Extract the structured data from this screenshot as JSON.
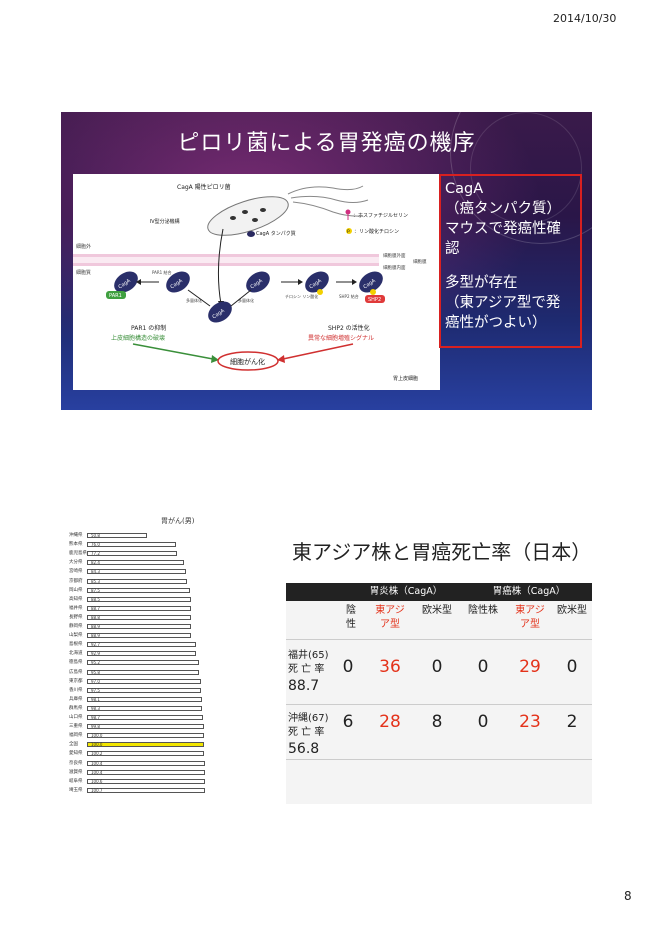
{
  "page": {
    "date": "2014/10/30",
    "page_number": "8"
  },
  "slide1": {
    "title": "ピロリ菌による胃発癌の機序",
    "diagram": {
      "bacterium_label": "CagA 陽性ピロリ菌",
      "secretion_label": "Ⅳ型分泌機構",
      "cagA_protein_label": "CagA タンパク質",
      "legend_ps": "：ホスファチジルセリン",
      "legend_p": "：リン酸化チロシン",
      "legend_p_symbol": "P",
      "extracellular": "細胞外",
      "membrane_outer": "細胞膜外面",
      "membrane_inner": "細胞膜内面",
      "membrane": "細胞膜",
      "cytoplasm": "細胞質",
      "cagA": "CagA",
      "par1": "PAR1",
      "shp2": "SHP2",
      "par1_bind": "PAR1\n結合",
      "multimer": "多量体化",
      "tyrosine": "チロシン\nリン酸化",
      "shp2_bind": "SHP2\n結合",
      "par1_inhibit": "PAR1 の抑制",
      "par1_result": "上皮細胞構造の破壊",
      "shp2_activate": "SHP2 の活性化",
      "shp2_result": "異常な細胞増殖シグナル",
      "cancer": "細胞がん化",
      "cell_type": "胃上皮細胞"
    },
    "box": {
      "line1": "CagA",
      "line2": "（癌タンパク質）",
      "line3": "マウスで発癌性確",
      "line4": "認",
      "line5": "多型が存在",
      "line6": "（東アジア型で発",
      "line7": "癌性がつよい）"
    }
  },
  "slide2": {
    "chart": {
      "title": "胃がん(男)",
      "rows": [
        {
          "label": "沖縄県",
          "value": "50.8",
          "v": 50.8
        },
        {
          "label": "熊本県",
          "value": "76.0",
          "v": 76.0
        },
        {
          "label": "鹿児島県",
          "value": "77.2",
          "v": 77.2
        },
        {
          "label": "大分県",
          "value": "82.4",
          "v": 82.4
        },
        {
          "label": "宮崎県",
          "value": "84.3",
          "v": 84.3
        },
        {
          "label": "京都府",
          "value": "85.3",
          "v": 85.3
        },
        {
          "label": "岡山県",
          "value": "87.5",
          "v": 87.5
        },
        {
          "label": "高知県",
          "value": "88.5",
          "v": 88.5
        },
        {
          "label": "福井県",
          "value": "88.7",
          "v": 88.7
        },
        {
          "label": "長野県",
          "value": "88.8",
          "v": 88.8
        },
        {
          "label": "静岡県",
          "value": "88.9",
          "v": 88.9
        },
        {
          "label": "山梨県",
          "value": "88.9",
          "v": 88.9
        },
        {
          "label": "島根県",
          "value": "92.7",
          "v": 92.7
        },
        {
          "label": "北海道",
          "value": "92.9",
          "v": 92.9
        },
        {
          "label": "徳島県",
          "value": "95.2",
          "v": 95.2
        },
        {
          "label": "広島県",
          "value": "95.8",
          "v": 95.8
        },
        {
          "label": "東京都",
          "value": "97.0",
          "v": 97.0
        },
        {
          "label": "香川県",
          "value": "97.5",
          "v": 97.5
        },
        {
          "label": "兵庫県",
          "value": "98.1",
          "v": 98.1
        },
        {
          "label": "群馬県",
          "value": "98.3",
          "v": 98.3
        },
        {
          "label": "山口県",
          "value": "98.7",
          "v": 98.7
        },
        {
          "label": "三重県",
          "value": "99.8",
          "v": 99.8
        },
        {
          "label": "福岡県",
          "value": "100.0",
          "v": 100.0
        },
        {
          "label": "全国",
          "value": "100.0",
          "v": 100.0,
          "highlight": true
        },
        {
          "label": "愛知県",
          "value": "100.2",
          "v": 100.2
        },
        {
          "label": "奈良県",
          "value": "100.4",
          "v": 100.4
        },
        {
          "label": "滋賀県",
          "value": "100.4",
          "v": 100.4
        },
        {
          "label": "岐阜県",
          "value": "100.6",
          "v": 100.6
        },
        {
          "label": "埼玉県",
          "value": "100.7",
          "v": 100.7
        }
      ]
    },
    "title": "東アジア株と胃癌死亡率（日本）",
    "table": {
      "group1": "胃炎株（CagA）",
      "group2": "胃癌株（CagA）",
      "sub": {
        "neg1": "陰\n性",
        "ea1": "東アジ\nア型",
        "west1": "欧米型",
        "neg2": "陰性株",
        "ea2": "東アジ\nア型",
        "west2": "欧米型"
      },
      "rows": [
        {
          "name": "福井(65)",
          "rate_label": "死 亡 率",
          "rate": "88.7",
          "values": [
            "0",
            "36",
            "0",
            "0",
            "29",
            "0"
          ]
        },
        {
          "name": "沖縄(67)",
          "rate_label": "死 亡 率",
          "rate": "56.8",
          "values": [
            "6",
            "28",
            "8",
            "0",
            "23",
            "2"
          ]
        }
      ]
    }
  }
}
